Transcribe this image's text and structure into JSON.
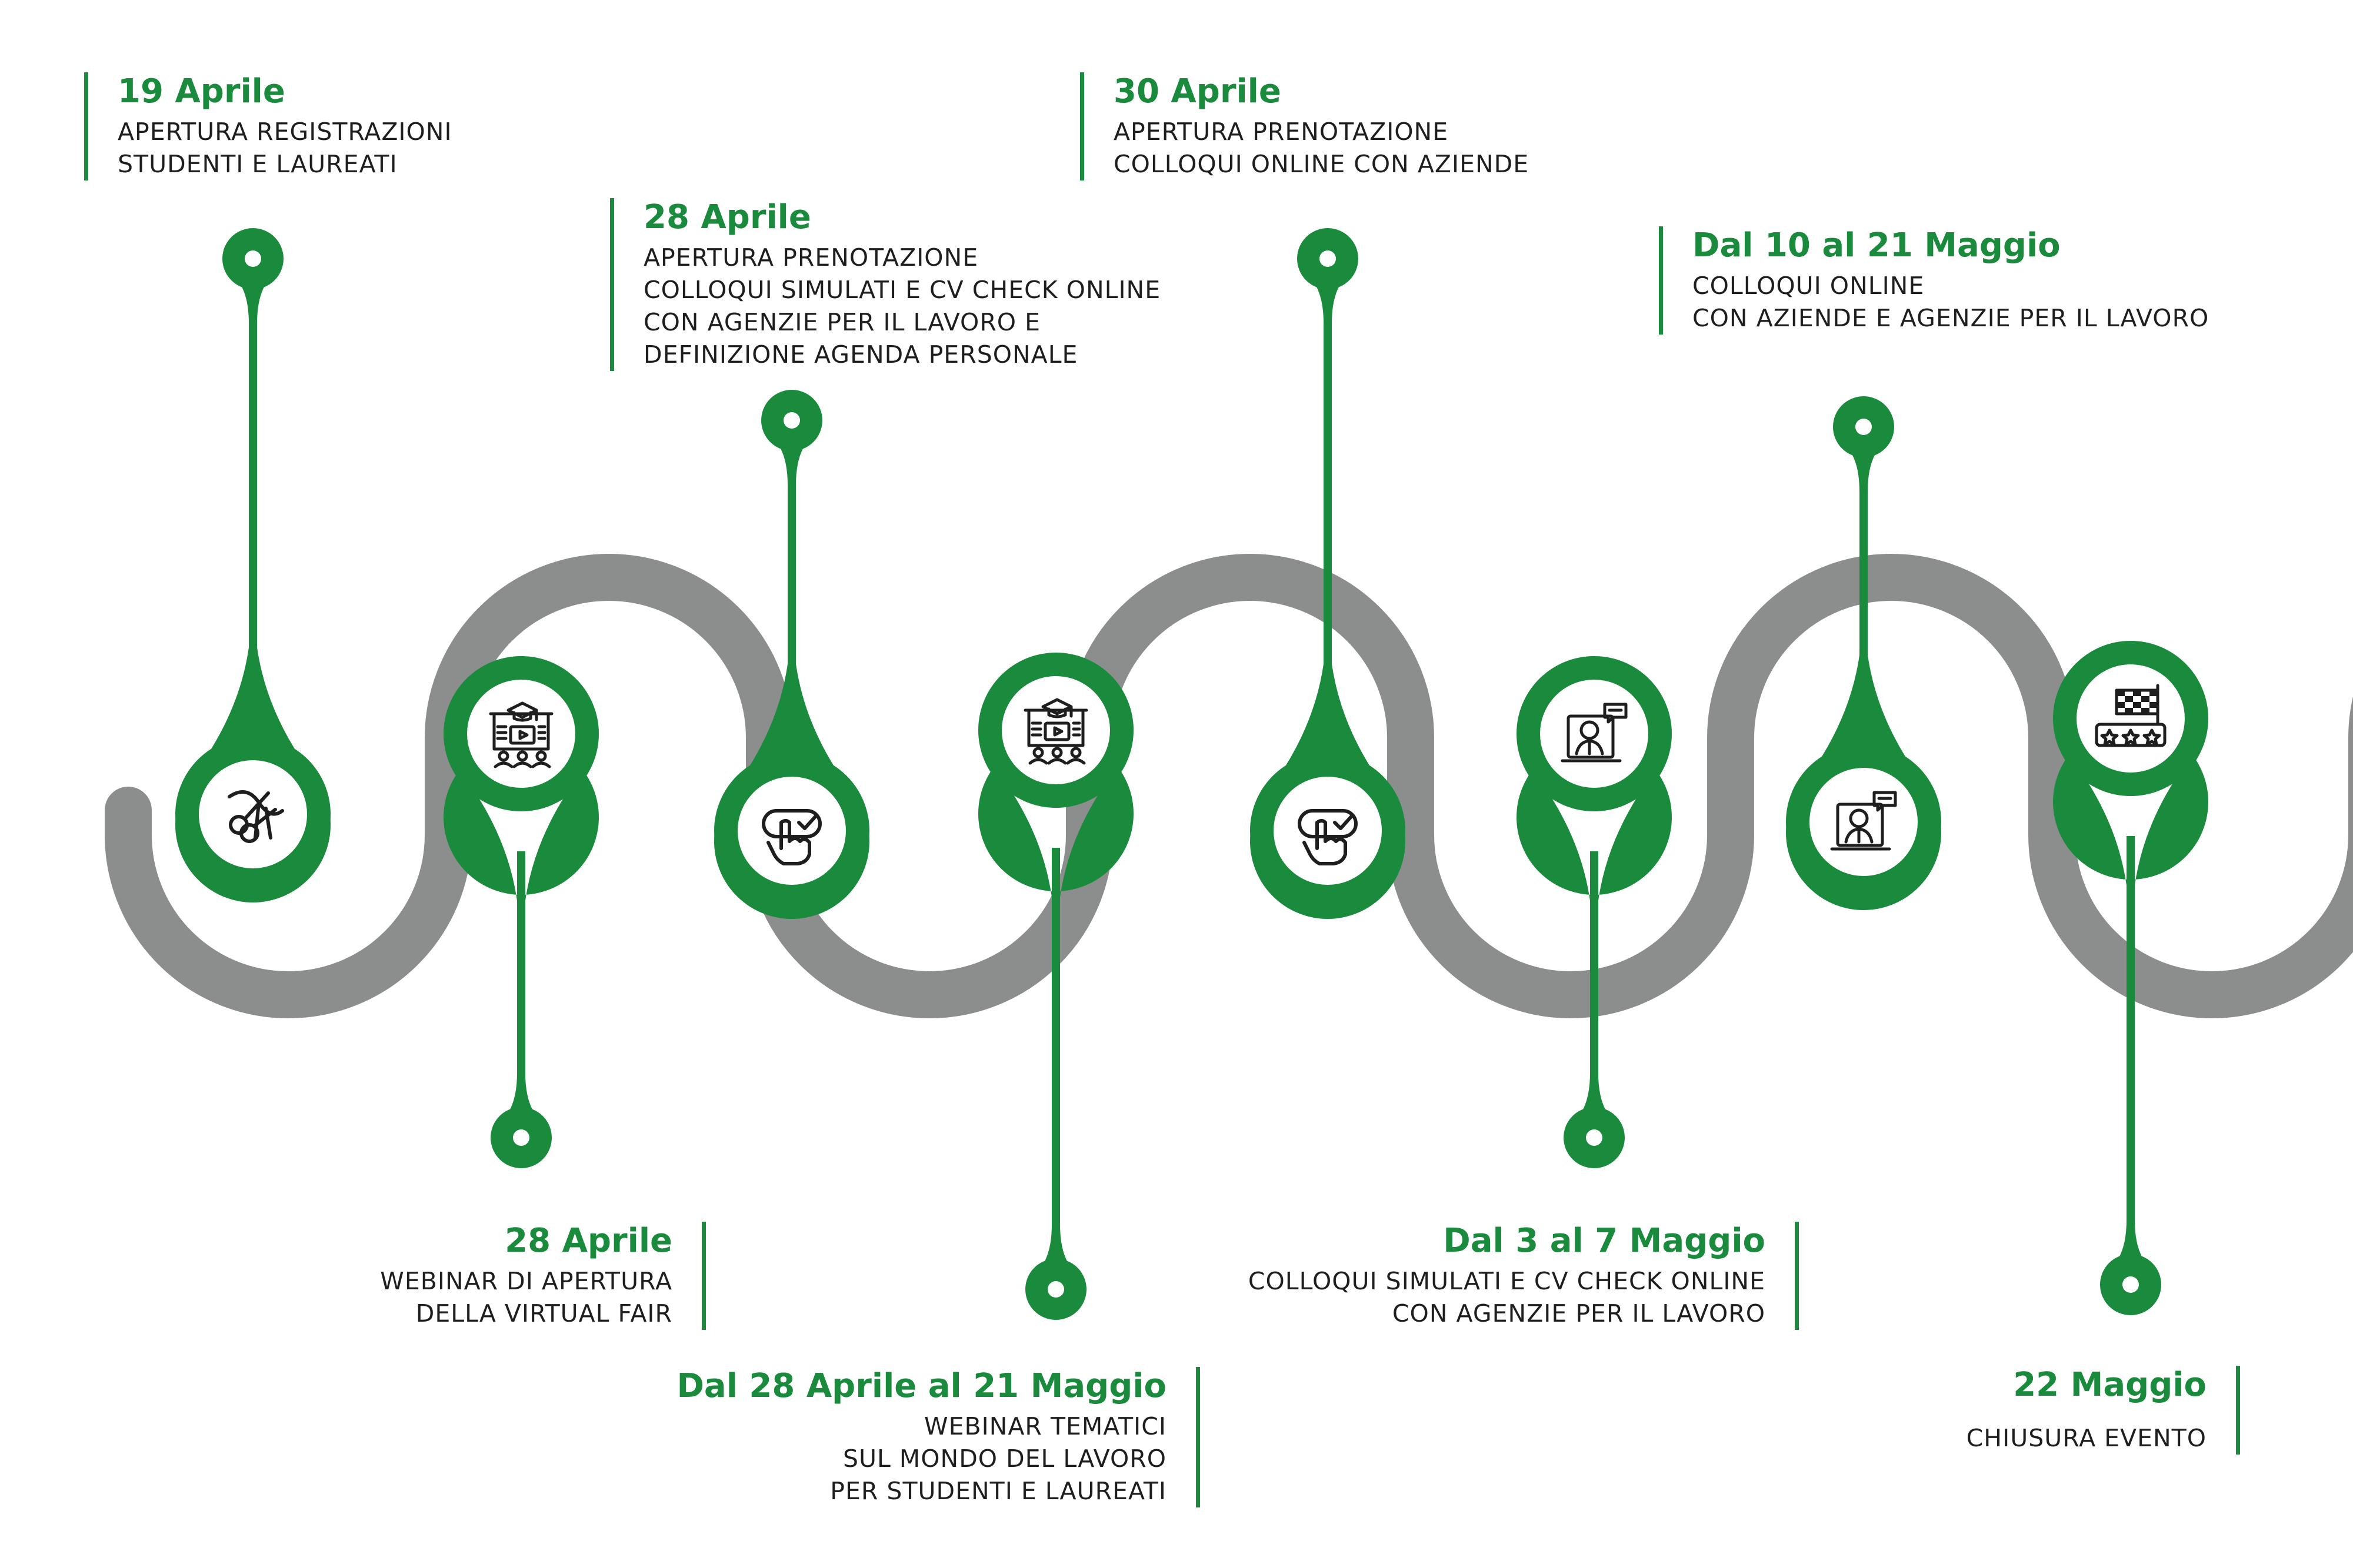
{
  "colors": {
    "accent": "#1a8a3c",
    "track": "#8c8e8d",
    "icon": "#1e1e1e"
  },
  "events": [
    {
      "date": "19 Aprile",
      "lines": [
        "APERTURA REGISTRAZIONI",
        "STUDENTI E LAUREATI"
      ]
    },
    {
      "date": "28 Aprile",
      "lines": [
        "APERTURA PRENOTAZIONE",
        "COLLOQUI SIMULATI E CV CHECK ONLINE",
        "CON AGENZIE PER IL LAVORO  E",
        "DEFINIZIONE AGENDA PERSONALE"
      ]
    },
    {
      "date": "30 Aprile",
      "lines": [
        "APERTURA PRENOTAZIONE",
        "COLLOQUI ONLINE CON AZIENDE"
      ]
    },
    {
      "date": "Dal 10 al 21 Maggio",
      "lines": [
        "COLLOQUI ONLINE",
        "CON  AZIENDE E AGENZIE PER IL LAVORO"
      ]
    },
    {
      "date": "28 Aprile",
      "lines": [
        "WEBINAR DI APERTURA",
        "DELLA VIRTUAL FAIR"
      ]
    },
    {
      "date": "Dal 28 Aprile al 21 Maggio",
      "lines": [
        "WEBINAR TEMATICI",
        "SUL MONDO DEL LAVORO",
        "PER STUDENTI E LAUREATI"
      ]
    },
    {
      "date": "Dal 3 al 7 Maggio",
      "lines": [
        "COLLOQUI SIMULATI E CV CHECK ONLINE",
        "CON AGENZIE PER IL LAVORO"
      ]
    },
    {
      "date": "22 Maggio",
      "lines": [
        "CHIUSURA EVENTO"
      ]
    }
  ],
  "markers": [
    {
      "icon": "ribbon-cut-icon"
    },
    {
      "icon": "webinar-presentation-icon"
    },
    {
      "icon": "touch-booking-icon"
    },
    {
      "icon": "webinar-presentation-icon"
    },
    {
      "icon": "touch-booking-icon"
    },
    {
      "icon": "video-interview-icon"
    },
    {
      "icon": "video-interview-icon"
    },
    {
      "icon": "finish-flag-icon"
    }
  ]
}
